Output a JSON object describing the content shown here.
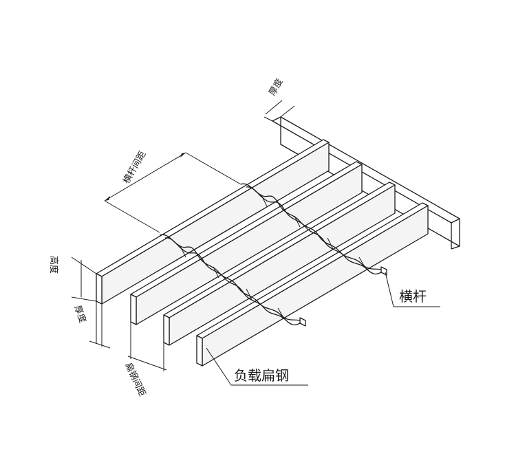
{
  "labels": {
    "cross_bar": "横杆",
    "bearing_bar": "负载扁钢",
    "bearing_bar_pitch": "扁钢间距",
    "cross_bar_pitch": "横杆间距",
    "height": "高度",
    "thickness": "厚度",
    "thickness_top": "厚度"
  },
  "colors": {
    "line": "#1a1a1a",
    "background": "#ffffff"
  }
}
